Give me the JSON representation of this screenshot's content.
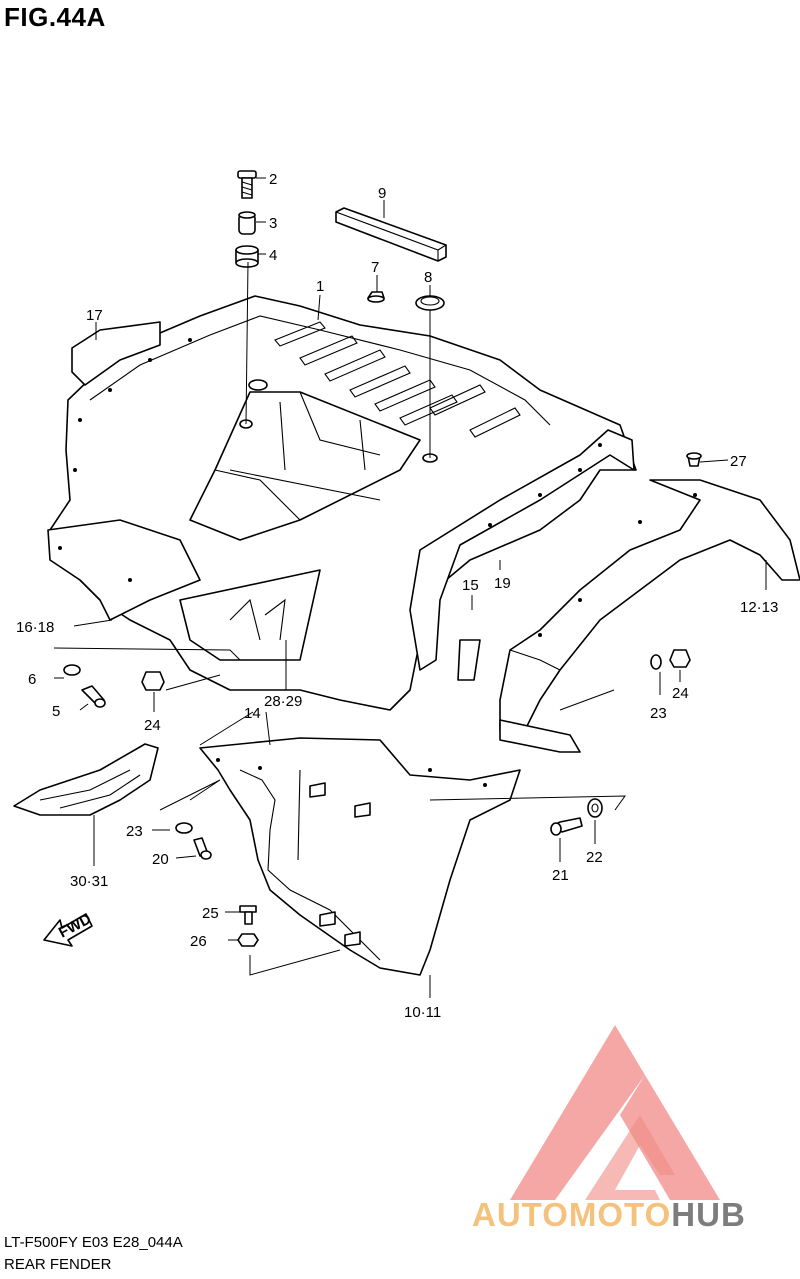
{
  "figure": {
    "title": "FIG.44A"
  },
  "callouts": [
    "2",
    "3",
    "4",
    "9",
    "7",
    "8",
    "1",
    "17",
    "27",
    "19",
    "15",
    "12·13",
    "16·18",
    "6",
    "5",
    "24",
    "28·29",
    "24",
    "14",
    "23",
    "30·31",
    "23",
    "20",
    "21",
    "22",
    "25",
    "26",
    "10·11",
    "FWD"
  ],
  "footer": {
    "model_code": "LT-F500FY E03 E28_044A",
    "section_name": "REAR FENDER"
  },
  "watermark": {
    "part1": "AUTOMOTO",
    "part2": "HUB",
    "color_light": "#f5c27d",
    "color_gray": "#7d7d7d",
    "color_logo": "#f08a86"
  }
}
